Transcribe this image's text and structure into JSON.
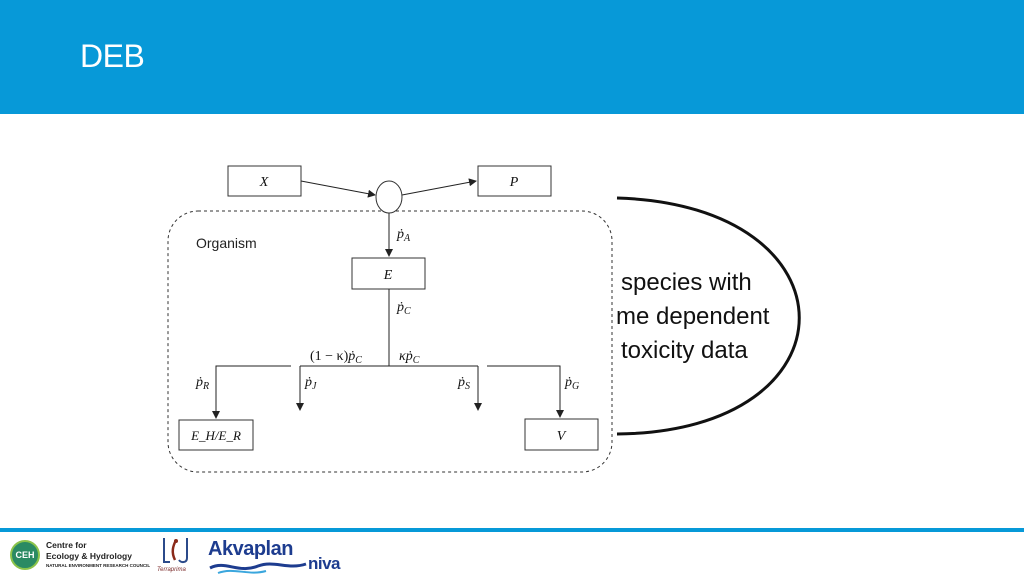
{
  "slide": {
    "title": "DEB",
    "accent_color": "#0799d8"
  },
  "diagram": {
    "container_label": "Organism",
    "boxes": {
      "food": "X",
      "product": "P",
      "reserve": "E",
      "maturity_repro": "E_H/E_R",
      "structure": "V"
    },
    "fluxes": {
      "assimilation": {
        "base": "ṗ",
        "sub": "A"
      },
      "mobilisation": {
        "base": "ṗ",
        "sub": "C"
      },
      "kappa_minus": {
        "pre": "(1 − κ)",
        "base": "ṗ",
        "sub": "C"
      },
      "kappa": {
        "pre": "κ",
        "base": "ṗ",
        "sub": "C"
      },
      "reproduction": {
        "base": "ṗ",
        "sub": "R"
      },
      "maturity_maintenance": {
        "base": "ṗ",
        "sub": "J"
      },
      "somatic_maintenance": {
        "base": "ṗ",
        "sub": "S"
      },
      "growth": {
        "base": "ṗ",
        "sub": "G"
      }
    }
  },
  "callout": {
    "lines": [
      "species with",
      "me dependent",
      "toxicity data"
    ]
  },
  "footer": {
    "ceh_seal": "CEH",
    "ceh_line1": "Centre for",
    "ceh_line2": "Ecology & Hydrology",
    "ceh_line3": "NATURAL ENVIRONMENT RESEARCH COUNCIL",
    "terraprima": "Terraprima",
    "akvaplan": "Akvaplan",
    "niva": "niva"
  }
}
